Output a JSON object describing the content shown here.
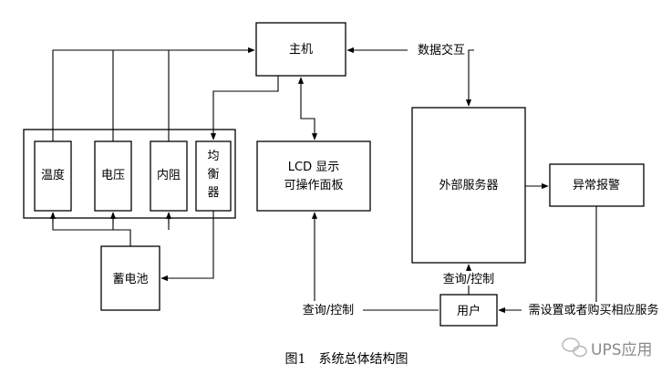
{
  "diagram": {
    "boxes": {
      "host": "主机",
      "temperature": "温度",
      "voltage": "电压",
      "internal_resistance": "内阻",
      "equalizer": [
        "均",
        "衡",
        "器"
      ],
      "battery": "蓄电池",
      "lcd": [
        "LCD 显示",
        "可操作面板"
      ],
      "server": "外部服务器",
      "alarm": "异常报警",
      "user": "用户"
    },
    "edge_labels": {
      "data_exchange": "数据交互",
      "query_control_lcd": "查询/控制",
      "query_control_server": "查询/控制",
      "service": "需设置或者购买相应服务"
    },
    "caption": "图1　系统总体结构图",
    "watermark": "UPS应用"
  }
}
